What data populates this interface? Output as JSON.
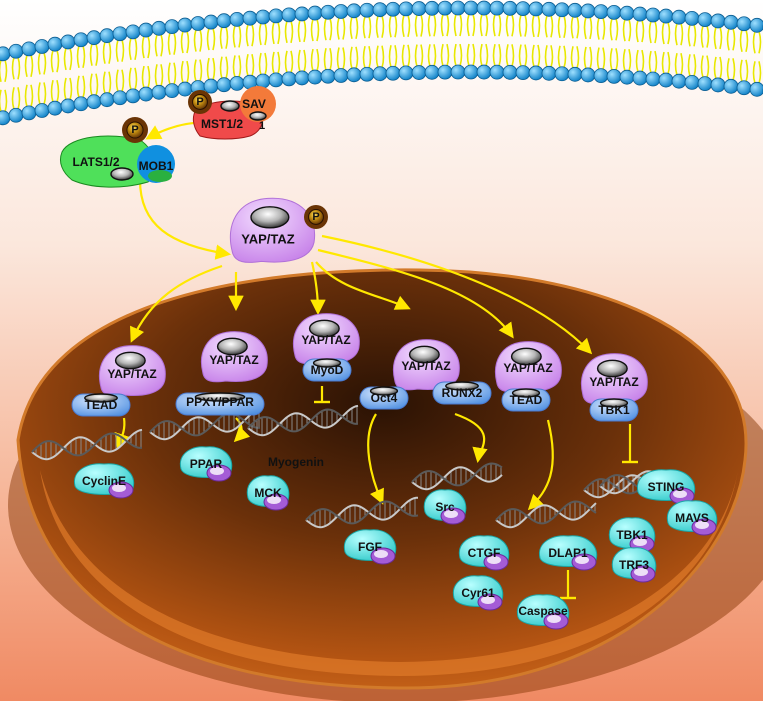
{
  "labels": {
    "sav": "SAV",
    "mst": "MST1/2",
    "mst_suffix": "1",
    "lats": "LATS1/2",
    "mob1": "MOB1",
    "yaptaz_main": "YAP/TAZ",
    "phospho": "P",
    "yaptaz": "YAP/TAZ",
    "tead1": "TEAD",
    "ppxy": "PPXY/PPAR",
    "myod": "MyoD",
    "oct4": "Oct4",
    "runx2": "RUNX2",
    "tead2": "TEAD",
    "tbk1_nuc": "TBK1",
    "cycline": "CyclinE",
    "ppar": "PPAR",
    "myogenin": "Myogenin",
    "mck": "MCK",
    "fgf": "FGF",
    "src": "Src",
    "ctgf": "CTGF",
    "dlap1": "DLAP1",
    "cyr61": "Cyr61",
    "caspase": "Caspase",
    "sting": "STING",
    "tbk1_out": "TBK1",
    "mavs": "MAVS",
    "trf3": "TRF3"
  },
  "colors": {
    "membrane_head": "#1f9fe0",
    "tail": "#e8e800",
    "arrow": "#ffe800",
    "yap": "#d9a7f0",
    "partner": "#7fb2f0",
    "target": "#5ee0df",
    "target_cap": "#a45cd6",
    "lats": "#4fe05a",
    "mst": "#f04a4a",
    "mob": "#1090e0",
    "phospho": "#7a3f08"
  }
}
